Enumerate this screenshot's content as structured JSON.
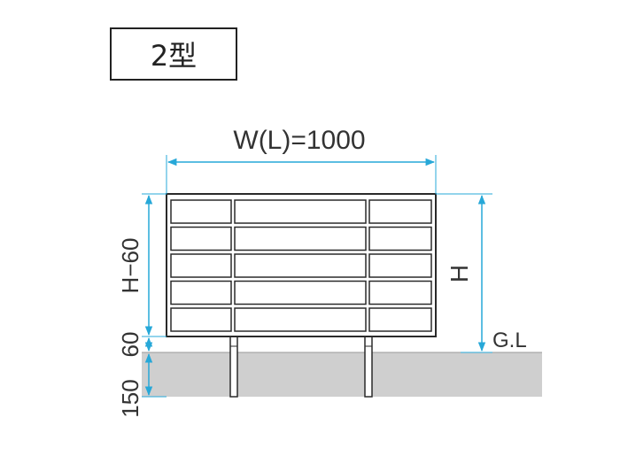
{
  "diagram": {
    "type_label": "2型",
    "width_label": "W(L)=1000",
    "height_label": "H",
    "ground_label": "G.L",
    "left_dim_upper": "H−60",
    "left_dim_mid": "60",
    "left_dim_lower": "150",
    "colors": {
      "dimension": "#27a8d8",
      "panel_stroke": "#2a2a2a",
      "ground": "#cfcfcf"
    }
  }
}
